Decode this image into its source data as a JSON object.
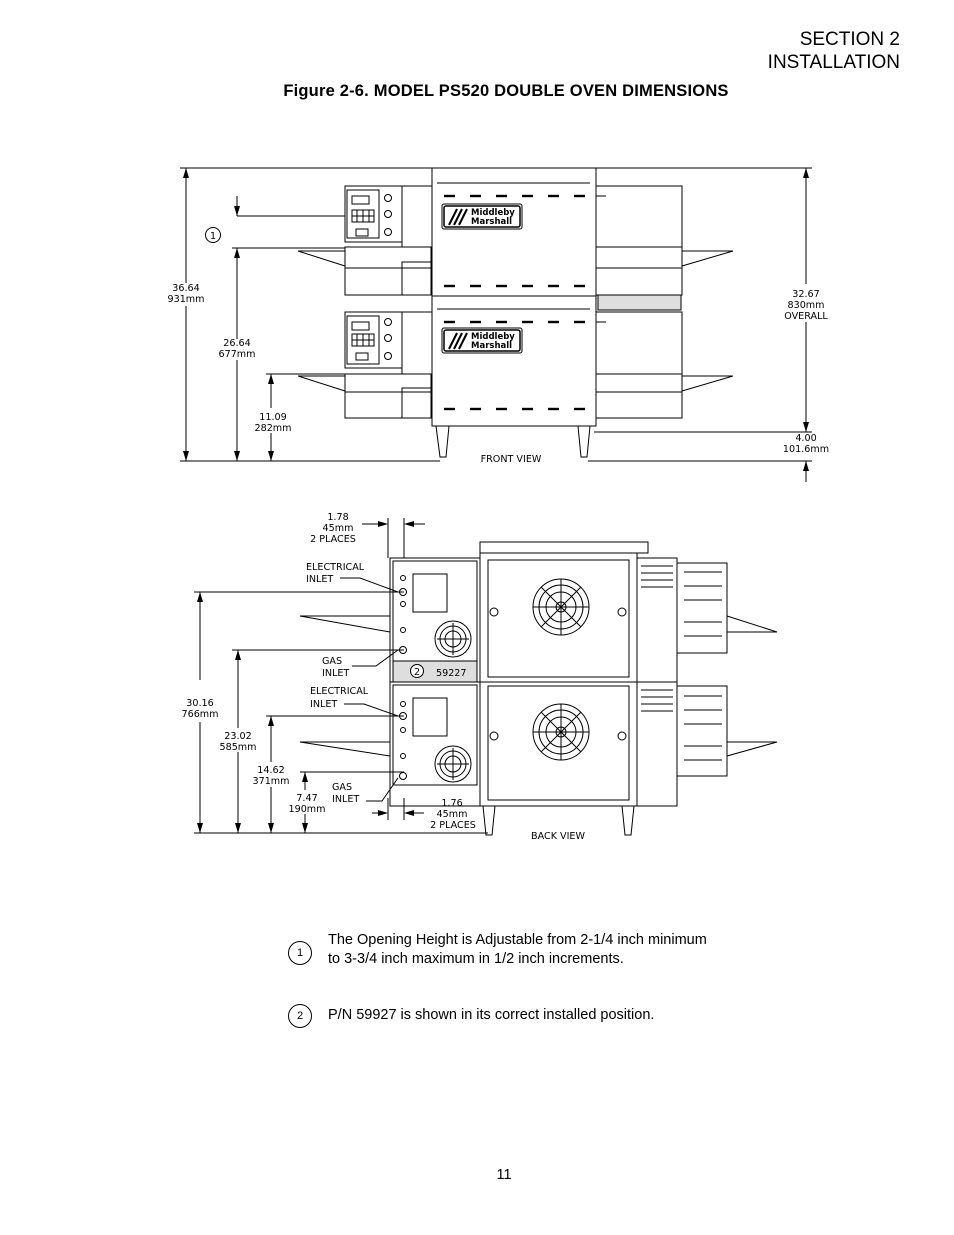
{
  "header": {
    "section": "SECTION 2",
    "chapter": "INSTALLATION"
  },
  "figure": {
    "title": "Figure 2-6.  MODEL PS520 DOUBLE OVEN DIMENSIONS"
  },
  "front_view": {
    "view_label": "FRONT VIEW",
    "brand_line1": "Middleby",
    "brand_line2": "Marshall",
    "callout": "1",
    "dims": {
      "overall_height_in": "36.64",
      "overall_height_mm": "931mm",
      "lower_top_in": "26.64",
      "lower_top_mm": "677mm",
      "lower_opening_in": "11.09",
      "lower_opening_mm": "282mm",
      "oven_overall_in": "32.67",
      "oven_overall_mm": "830mm",
      "oven_overall_label": "OVERALL",
      "leg_in": "4.00",
      "leg_mm": "101.6mm"
    }
  },
  "back_view": {
    "view_label": "BACK VIEW",
    "top_offset": {
      "in": "1.78",
      "mm": "45mm",
      "places": "2 PLACES"
    },
    "bottom_offset": {
      "in": "1.76",
      "mm": "45mm",
      "places": "2 PLACES"
    },
    "electrical_inlet_upper": [
      "ELECTRICAL",
      "INLET"
    ],
    "gas_inlet_upper": [
      "GAS",
      "INLET"
    ],
    "electrical_inlet_lower": [
      "ELECTRICAL",
      "INLET"
    ],
    "gas_inlet_lower": [
      "GAS",
      "INLET"
    ],
    "part_callout": "2",
    "part_number": "59227",
    "dims": {
      "upper_elec_in": "30.16",
      "upper_elec_mm": "766mm",
      "upper_gas_in": "23.02",
      "upper_gas_mm": "585mm",
      "lower_elec_in": "14.62",
      "lower_elec_mm": "371mm",
      "lower_gas_in": "7.47",
      "lower_gas_mm": "190mm"
    }
  },
  "notes": [
    {
      "num": "1",
      "lines": [
        "The Opening Height is Adjustable from 2-1/4 inch minimum",
        "to 3-3/4 inch maximum in 1/2 inch increments."
      ]
    },
    {
      "num": "2",
      "lines": [
        "P/N 59927 is shown in its correct installed position."
      ]
    }
  ],
  "page_number": "11"
}
